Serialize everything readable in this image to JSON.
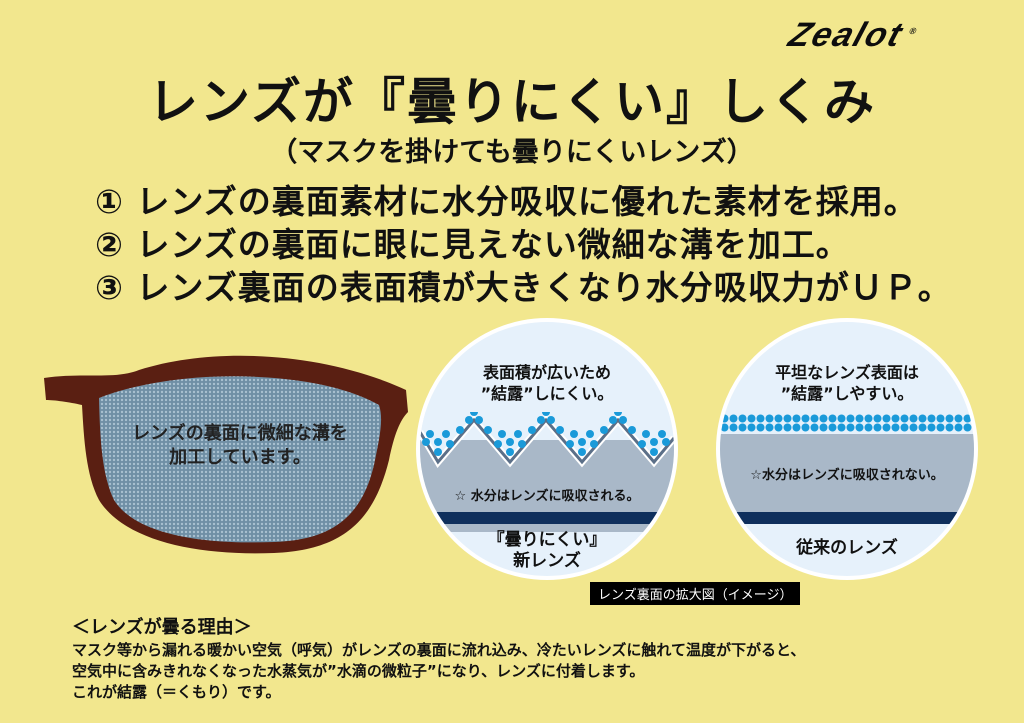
{
  "brand": {
    "logo": "Zealot",
    "registered": "®"
  },
  "header": {
    "title": "レンズが『曇りにくい』しくみ",
    "subtitle": "（マスクを掛けても曇りにくいレンズ）"
  },
  "points": [
    "① レンズの裏面素材に水分吸収に優れた素材を採用。",
    "② レンズの裏面に眼に見えない微細な溝を加工。",
    "③ レンズ裏面の表面積が大きくなり水分吸収力がＵＰ。"
  ],
  "glasses": {
    "lens_text": [
      "レンズの裏面に微細な溝を",
      "加工しています。"
    ],
    "colors": {
      "frame": "#5a1f12",
      "lens": "#7f9fb3"
    }
  },
  "circles": [
    {
      "heading": [
        "表面積が広いため",
        "”結露”しにくい。"
      ],
      "note": "☆ 水分はレンズに吸収される。",
      "footer": [
        "『曇りにくい』",
        "新レンズ"
      ],
      "surface": "grooved"
    },
    {
      "heading": [
        "平坦なレンズ表面は",
        "”結露”しやすい。"
      ],
      "note": "☆水分はレンズに吸収されない。",
      "footer": [
        "従来のレンズ"
      ],
      "surface": "flat"
    }
  ],
  "caption": "レンズ裏面の拡大図（イメージ）",
  "reason": {
    "title": "＜レンズが曇る理由＞",
    "lines": [
      "マスク等から漏れる暖かい空気（呼気）がレンズの裏面に流れ込み、冷たいレンズに触れて温度が下がると、",
      "空気中に含みきれなくなった水蒸気が”水滴の微粒子”になり、レンズに付着します。",
      "これが結露（＝くもり）です。"
    ]
  },
  "colors": {
    "background": "#f2e78e",
    "droplet": "#1a9ad9",
    "lens_body": "#a9b8c8",
    "base_band": "#0f2f5c"
  }
}
